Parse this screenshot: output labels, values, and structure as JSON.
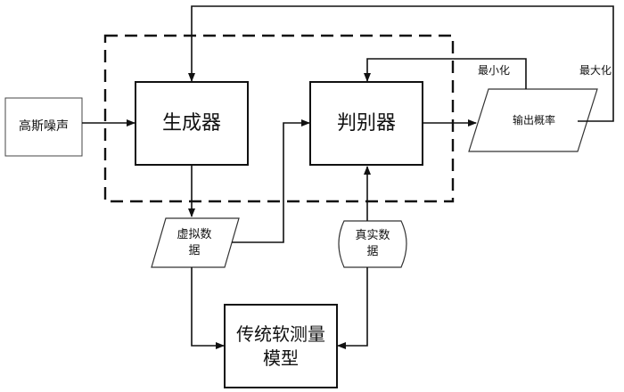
{
  "nodes": {
    "noise": "高斯噪声",
    "generator": "生成器",
    "discriminator": "判别器",
    "output_prob": "输出概率",
    "fake_data_l1": "虚拟数",
    "fake_data_l2": "据",
    "real_data_l1": "真实数",
    "real_data_l2": "据",
    "soft_model_l1": "传统软测量",
    "soft_model_l2": "模型"
  },
  "labels": {
    "minimize": "最小化",
    "maximize": "最大化"
  }
}
